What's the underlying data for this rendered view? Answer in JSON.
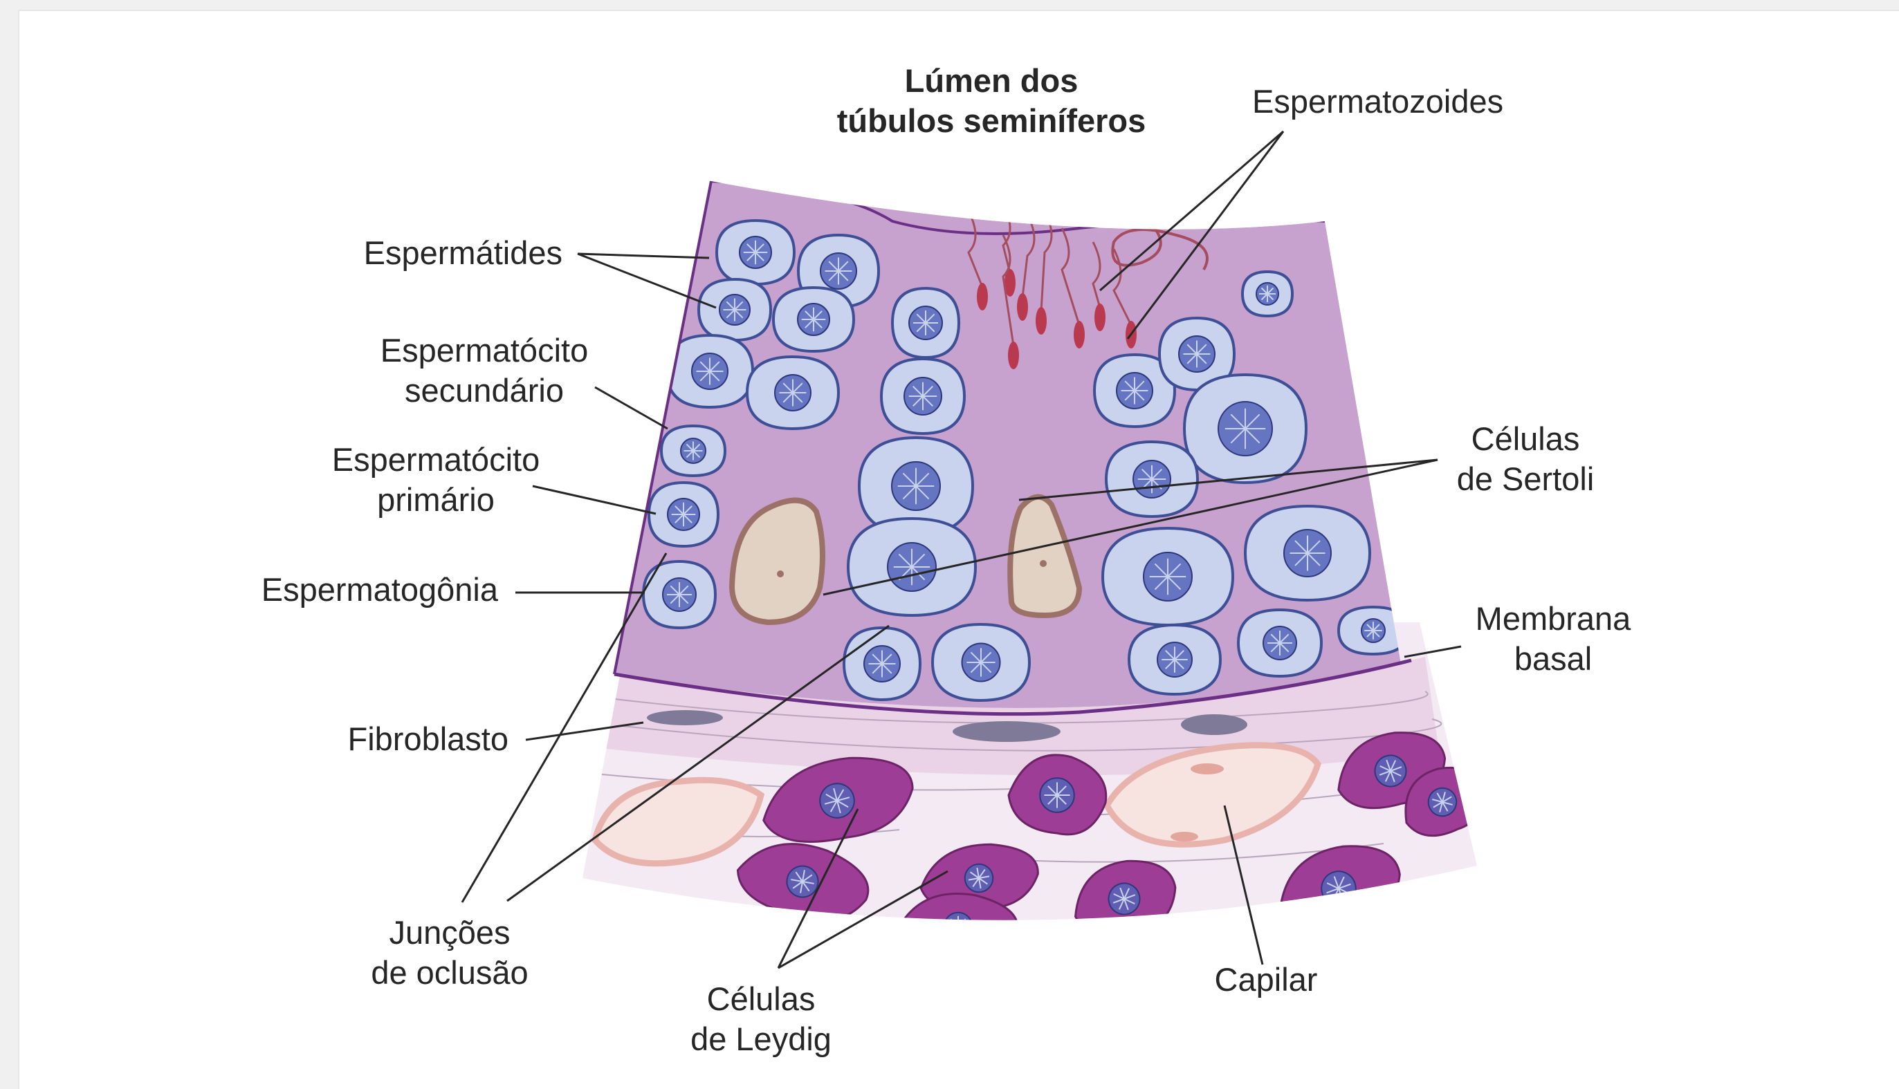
{
  "diagram": {
    "lumen": {
      "line1": "Lúmen dos",
      "line2": "túbulos seminíferos"
    },
    "labels": {
      "espermatozoides": "Espermatozoides",
      "espermatides": "Espermátides",
      "espermatocito_secundario": {
        "line1": "Espermatócito",
        "line2": "secundário"
      },
      "espermatocito_primario": {
        "line1": "Espermatócito",
        "line2": "primário"
      },
      "espermatogonia": "Espermatogônia",
      "fibroblasto": "Fibroblasto",
      "juncoes": {
        "line1": "Junções",
        "line2": "de oclusão"
      },
      "leydig": {
        "line1": "Células",
        "line2": "de Leydig"
      },
      "capilar": "Capilar",
      "sertoli": {
        "line1": "Células",
        "line2": "de Sertoli"
      },
      "membrana": {
        "line1": "Membrana",
        "line2": "basal"
      }
    },
    "colors": {
      "tubule": "#c7a2cf",
      "germ_cell": "#c9d3ee",
      "germ_cell_outline": "#3f4f96",
      "nucleus": "#5464b8",
      "sertoli": "#e2d2c3",
      "sertoli_outline": "#9c7168",
      "leydig": "#9e3d95",
      "capillary_wall": "#e8b3ac",
      "fibroblast": "#7f7a98",
      "basement_membrane": "#6b2f86",
      "interstitium": "#f3eaf4"
    }
  }
}
